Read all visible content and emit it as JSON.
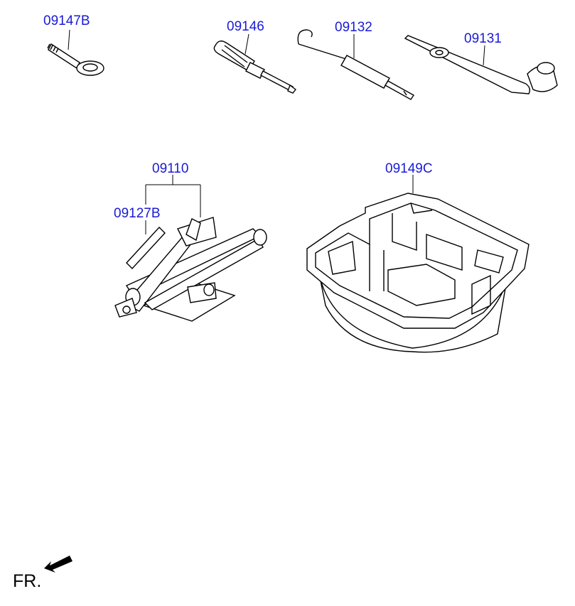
{
  "parts": [
    {
      "id": "eye-bolt",
      "code": "09147B"
    },
    {
      "id": "screwdriver",
      "code": "09146"
    },
    {
      "id": "hook-tool",
      "code": "09132"
    },
    {
      "id": "wheel-wrench",
      "code": "09131"
    },
    {
      "id": "jack-assembly",
      "code": "09110"
    },
    {
      "id": "jack-label",
      "code": "09127B"
    },
    {
      "id": "tool-tray",
      "code": "09149C"
    }
  ],
  "direction_marker": {
    "text": "FR."
  },
  "colors": {
    "label": "#1a1ad6",
    "line": "#000000",
    "background": "#ffffff"
  }
}
